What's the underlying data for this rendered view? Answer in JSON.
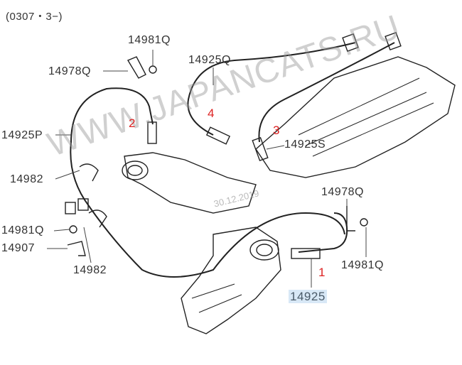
{
  "header": {
    "code": "(0307・3−)"
  },
  "labels": {
    "p14981q_top": "14981Q",
    "p14978q_top": "14978Q",
    "p14925q": "14925Q",
    "p14925p": "14925P",
    "p14925s": "14925S",
    "p14982_left": "14982",
    "p14981q_left": "14981Q",
    "p14907": "14907",
    "p14982_bottom": "14982",
    "p14978q_right": "14978Q",
    "p14981q_right": "14981Q",
    "p14925": "14925"
  },
  "callouts": {
    "n1": "1",
    "n2": "2",
    "n3": "3",
    "n4": "4"
  },
  "watermark": {
    "site": "WWW.JAPANCATS.RU",
    "date": "30.12.2019"
  },
  "colors": {
    "callout": "#dd2222",
    "highlight": "#d8e8f6"
  }
}
